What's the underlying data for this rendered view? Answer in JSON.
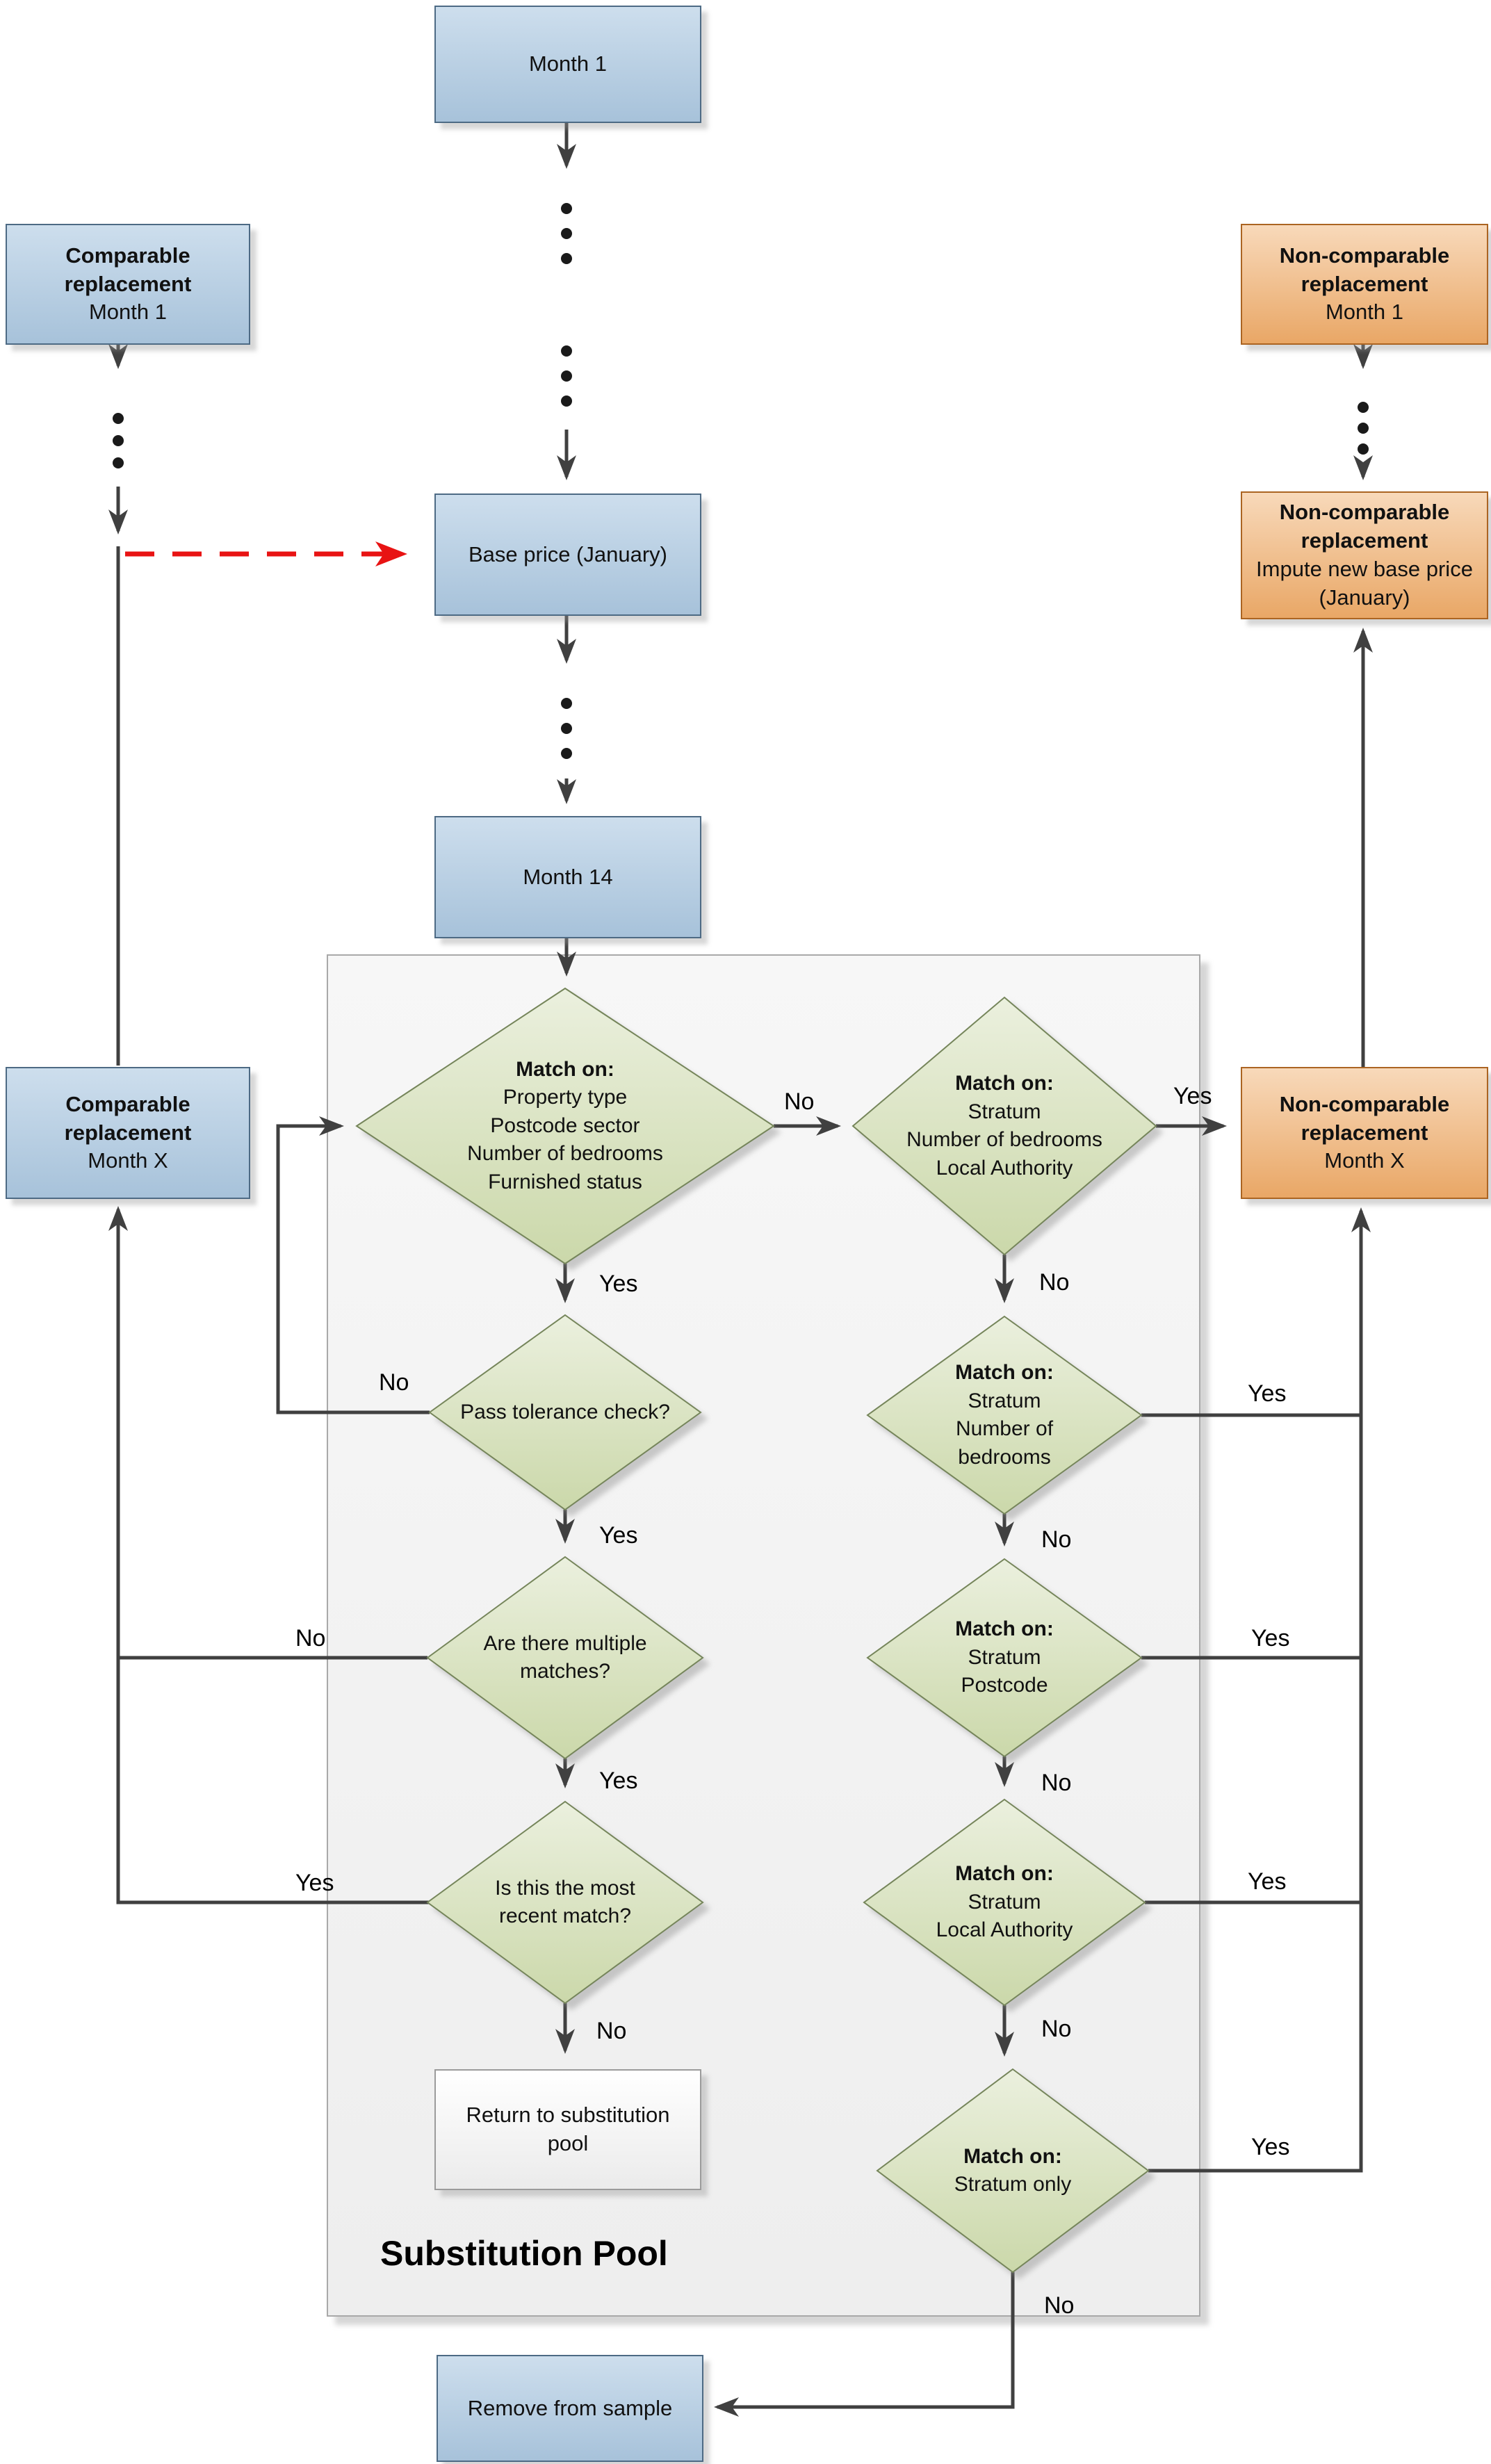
{
  "pool": {
    "title": "Substitution Pool"
  },
  "nodes": {
    "month1": {
      "text": "Month 1"
    },
    "comp_m1": {
      "title": "Comparable\nreplacement",
      "text": "Month 1"
    },
    "noncomp_m1": {
      "title": "Non-comparable\nreplacement",
      "text": "Month 1"
    },
    "base_price": {
      "text": "Base price (January)"
    },
    "noncomp_impute": {
      "title": "Non-comparable\nreplacement",
      "text": "Impute new base price\n(January)"
    },
    "month14": {
      "text": "Month 14"
    },
    "comp_mx": {
      "title": "Comparable\nreplacement",
      "text": "Month X"
    },
    "noncomp_mx": {
      "title": "Non-comparable\nreplacement",
      "text": "Month X"
    },
    "d_match_full": {
      "title": "Match on:",
      "text": "Property type\nPostcode sector\nNumber of bedrooms\nFurnished status"
    },
    "d_match_str_bed_la": {
      "title": "Match on:",
      "text": "Stratum\nNumber of bedrooms\nLocal Authority"
    },
    "d_tolerance": {
      "text": "Pass tolerance check?"
    },
    "d_match_str_bed": {
      "title": "Match on:",
      "text": "Stratum\nNumber of\nbedrooms"
    },
    "d_multiple": {
      "text": "Are there multiple\nmatches?"
    },
    "d_match_str_postcode": {
      "title": "Match on:",
      "text": "Stratum\nPostcode"
    },
    "d_recent": {
      "text": "Is this the most\nrecent match?"
    },
    "d_match_str_la": {
      "title": "Match on:",
      "text": "Stratum\nLocal Authority"
    },
    "d_match_str_only": {
      "title": "Match on:",
      "text": "Stratum only"
    },
    "return_pool": {
      "text": "Return to substitution\npool"
    },
    "remove_sample": {
      "text": "Remove from sample"
    }
  },
  "edges": {
    "d1_yes": "Yes",
    "d1_no": "No",
    "dr1_yes": "Yes",
    "dr1_no": "No",
    "tol_no": "No",
    "tol_yes": "Yes",
    "mult_no": "No",
    "mult_yes": "Yes",
    "recent_yes": "Yes",
    "recent_no": "No",
    "dr2_yes": "Yes",
    "dr2_no": "No",
    "dr3_yes": "Yes",
    "dr3_no": "No",
    "dr4_yes": "Yes",
    "dr4_no": "No",
    "dr5_yes": "Yes",
    "dr5_no": "No"
  },
  "palette": {
    "arrow": "#404040",
    "red_dashed_arrow": "#e81313",
    "blue_fill_top": "#cddeed",
    "blue_fill_bottom": "#a7c2da",
    "blue_border": "#4d6a84",
    "orange_fill_top": "#f8d9ba",
    "orange_fill_bottom": "#e9a766",
    "orange_border": "#ab6422",
    "green_fill_top": "#ebf0de",
    "green_fill_bottom": "#cbd8aa",
    "green_border": "#75855a",
    "pool_background": "#f4f4f4",
    "pool_border": "#a9a9a9",
    "white_box_border": "#9b9b9b"
  }
}
